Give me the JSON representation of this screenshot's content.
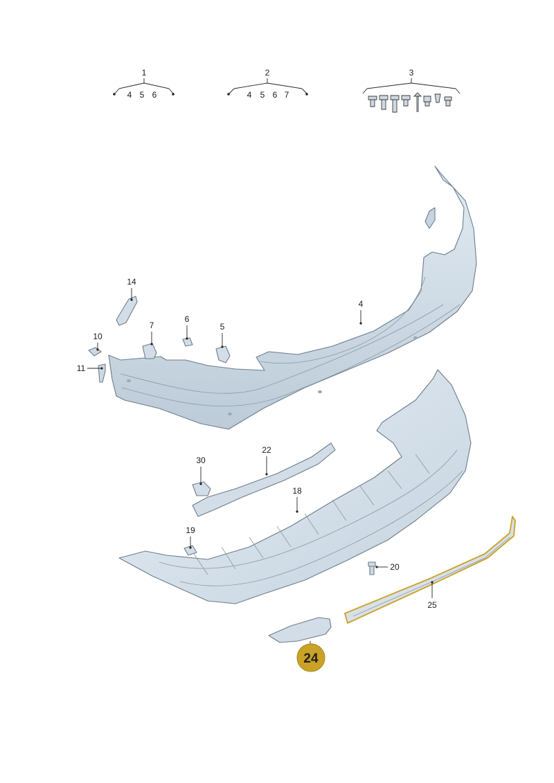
{
  "groups": [
    {
      "id": "1",
      "items": [
        "4",
        "5",
        "6"
      ]
    },
    {
      "id": "2",
      "items": [
        "4",
        "5",
        "6",
        "7"
      ]
    },
    {
      "id": "3",
      "items": []
    }
  ],
  "callouts": {
    "c4": "4",
    "c5": "5",
    "c6": "6",
    "c7": "7",
    "c10": "10",
    "c11": "11",
    "c14": "14",
    "c18": "18",
    "c19": "19",
    "c20": "20",
    "c22": "22",
    "c25": "25",
    "c30": "30"
  },
  "highlight": {
    "label": "24",
    "color": "#c9a227"
  },
  "colors": {
    "bumper_fill": "#d6e2ec",
    "bumper_shade": "#b9c9d6",
    "outline": "#6c7c8a",
    "highlight_outline": "#c9a227"
  }
}
